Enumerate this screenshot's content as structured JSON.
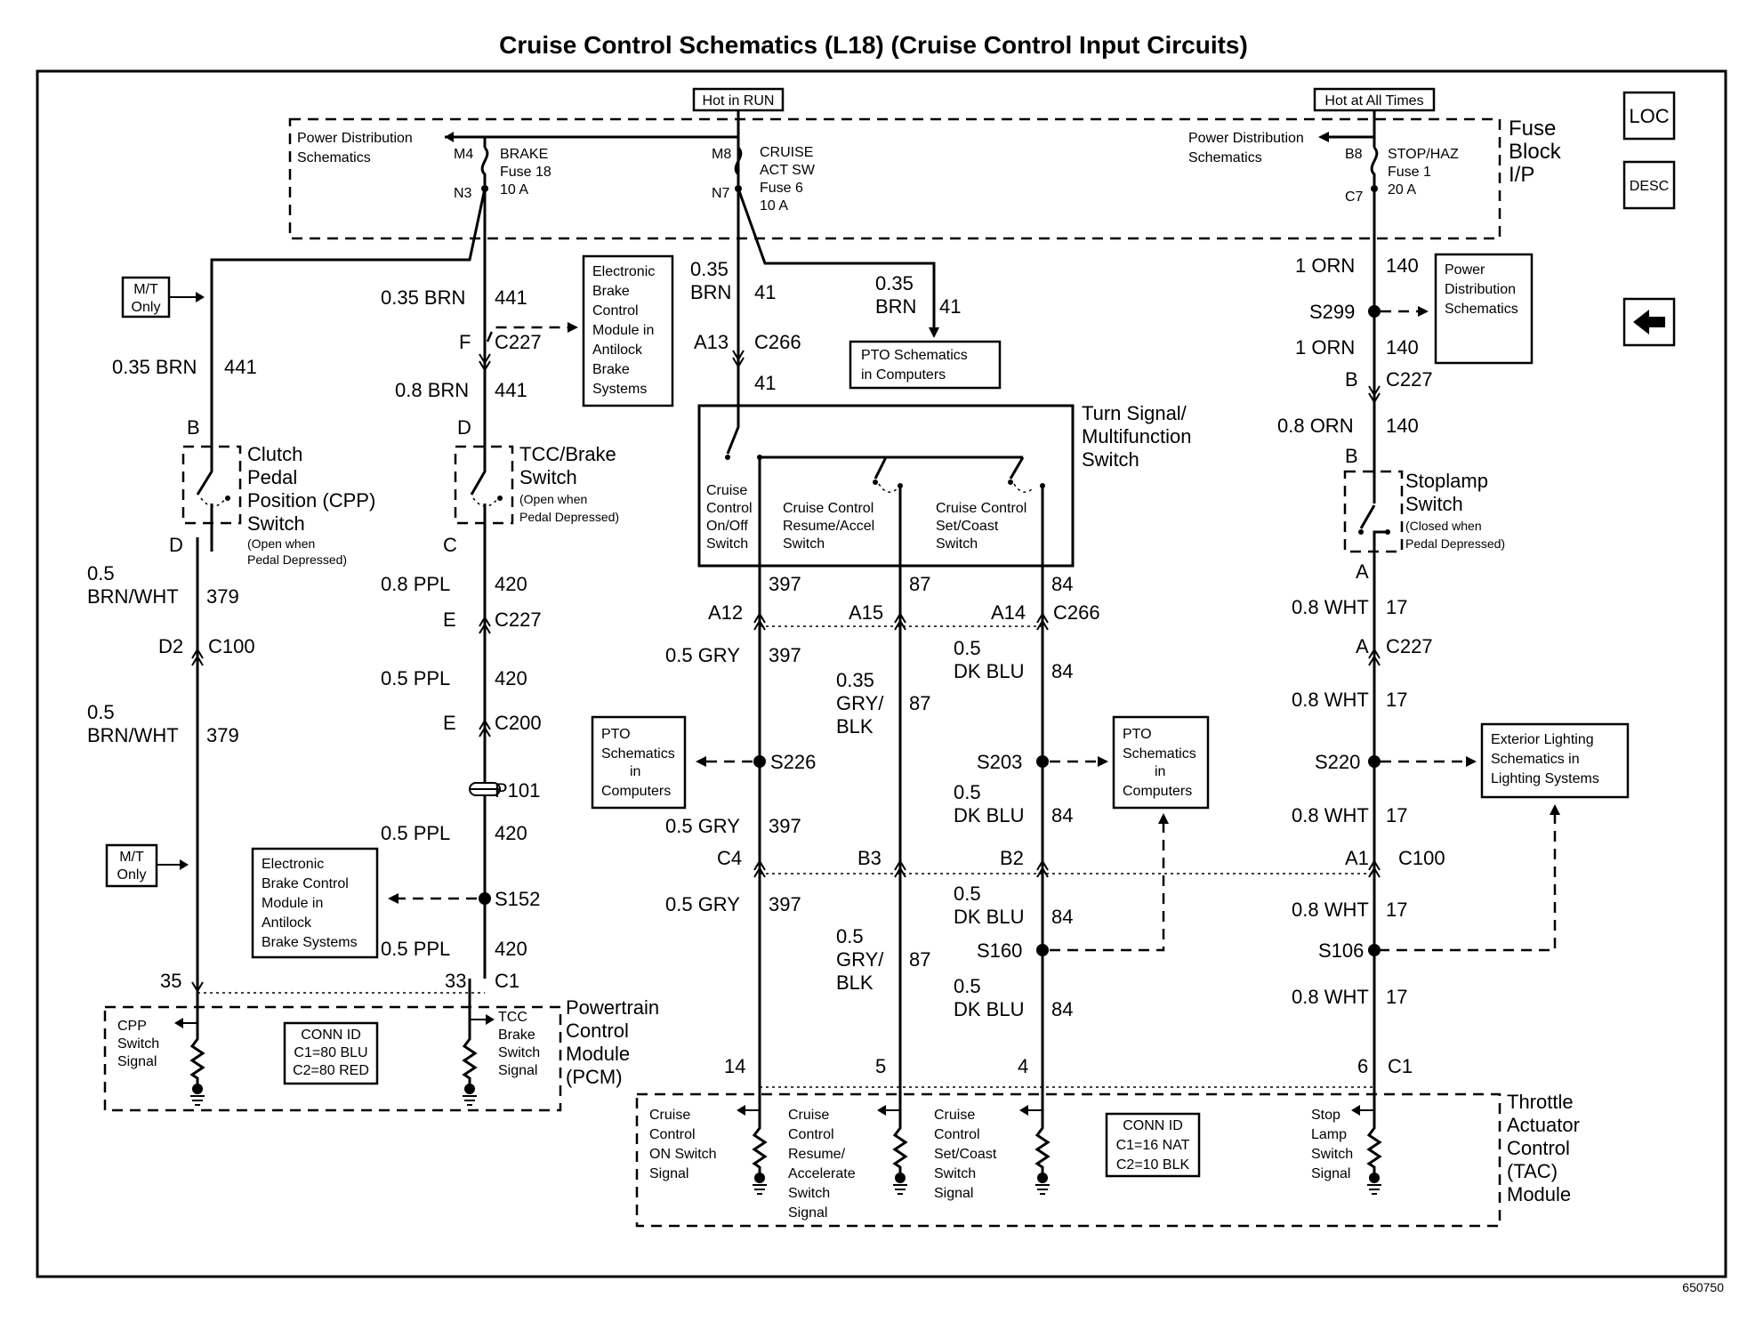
{
  "title": "Cruise Control Schematics (L18) (Cruise Control Input Circuits)",
  "figure_number": "650750",
  "nav": {
    "loc": "LOC",
    "desc": "DESC",
    "back_icon": "left-arrow-icon"
  },
  "top": {
    "hot_run": "Hot in RUN",
    "hot_all": "Hot at All Times",
    "fuse_block": [
      "Fuse",
      "Block",
      "I/P"
    ],
    "pds_left": [
      "Power Distribution",
      "Schematics"
    ],
    "pds_right": [
      "Power Distribution",
      "Schematics"
    ],
    "fuse18": {
      "pin_in": "M4",
      "pin_out": "N3",
      "lines": [
        "BRAKE",
        "Fuse 18",
        "10 A"
      ]
    },
    "fuse6": {
      "pin_in": "M8",
      "pin_out": "N7",
      "lines": [
        "CRUISE",
        "ACT SW",
        "Fuse 6",
        "10 A"
      ]
    },
    "fuse1": {
      "pin_in": "B8",
      "pin_out": "C7",
      "lines": [
        "STOP/HAZ",
        "Fuse 1",
        "20 A"
      ]
    }
  },
  "left": {
    "mt_only_1": [
      "M/T",
      "Only"
    ],
    "mt_only_2": [
      "M/T",
      "Only"
    ],
    "w1": {
      "gauge": "0.35 BRN",
      "circuit": "441"
    },
    "pin_b": "B",
    "cpp_switch": [
      "Clutch",
      "Pedal",
      "Position (CPP)",
      "Switch"
    ],
    "cpp_note": [
      "(Open when",
      "Pedal Depressed)"
    ],
    "pin_d": "D",
    "w2": {
      "gauge_a": "0.5",
      "gauge_b": "BRN/WHT",
      "circuit": "379"
    },
    "c100": {
      "pin": "D2",
      "conn": "C100"
    },
    "w3": {
      "gauge_a": "0.5",
      "gauge_b": "BRN/WHT",
      "circuit": "379"
    },
    "pcm_pin": "35"
  },
  "tcc": {
    "w1": {
      "gauge": "0.35 BRN",
      "circuit": "441"
    },
    "c227": {
      "pin": "F",
      "conn": "C227"
    },
    "ebcm": [
      "Electronic",
      "Brake",
      "Control",
      "Module in",
      "Antilock",
      "Brake",
      "Systems"
    ],
    "w2": {
      "gauge": "0.8 BRN",
      "circuit": "441"
    },
    "pin_d": "D",
    "switch": [
      "TCC/Brake",
      "Switch"
    ],
    "note": [
      "(Open when",
      "Pedal Depressed)"
    ],
    "pin_c": "C",
    "w3": {
      "gauge": "0.8 PPL",
      "circuit": "420"
    },
    "c227b": {
      "pin": "E",
      "conn": "C227"
    },
    "w4": {
      "gauge": "0.5 PPL",
      "circuit": "420"
    },
    "c200": {
      "pin": "E",
      "conn": "C200"
    },
    "p101": "P101",
    "w5": {
      "gauge": "0.5 PPL",
      "circuit": "420"
    },
    "ebcm2": [
      "Electronic",
      "Brake Control",
      "Module in",
      "Antilock",
      "Brake Systems"
    ],
    "s152": "S152",
    "w6": {
      "gauge": "0.5 PPL",
      "circuit": "420"
    },
    "pcm_pin": "33",
    "pcm_conn": "C1"
  },
  "pcm": {
    "cpp_signal": [
      "CPP",
      "Switch",
      "Signal"
    ],
    "tcc_signal": [
      "TCC",
      "Brake",
      "Switch",
      "Signal"
    ],
    "conn_id": [
      "CONN ID",
      "C1=80 BLU",
      "C2=80 RED"
    ],
    "name": [
      "Powertrain",
      "Control",
      "Module",
      "(PCM)"
    ]
  },
  "cruise": {
    "w1": {
      "gauge_a": "0.35",
      "gauge_b": "BRN",
      "circuit": "41"
    },
    "w1b": {
      "gauge_a": "0.35",
      "gauge_b": "BRN",
      "circuit": "41"
    },
    "pto_top": [
      "PTO Schematics",
      "in Computers"
    ],
    "c266": {
      "pin": "A13",
      "conn": "C266"
    },
    "w2_circuit": "41",
    "tsm_title": [
      "Turn Signal/",
      "Multifunction",
      "Switch"
    ],
    "sw_onoff": [
      "Cruise",
      "Control",
      "On/Off",
      "Switch"
    ],
    "sw_resume": [
      "Cruise Control",
      "Resume/Accel",
      "Switch"
    ],
    "sw_set": [
      "Cruise Control",
      "Set/Coast",
      "Switch"
    ],
    "c397": "397",
    "c87": "87",
    "c84": "84",
    "pin_a12": "A12",
    "pin_a15": "A15",
    "pin_a14": "A14",
    "conn_c266": "C266",
    "gry1": {
      "gauge": "0.5 GRY",
      "circuit": "397"
    },
    "grybk1": {
      "gauge_a": "0.35",
      "gauge_b": "GRY/",
      "gauge_c": "BLK",
      "circuit": "87"
    },
    "dkblu1": {
      "gauge_a": "0.5",
      "gauge_b": "DK BLU",
      "circuit": "84"
    },
    "pto_left": [
      "PTO",
      "Schematics",
      "in",
      "Computers"
    ],
    "s226": "S226",
    "s203": "S203",
    "pto_mid": [
      "PTO",
      "Schematics",
      "in",
      "Computers"
    ],
    "dkblu2": {
      "gauge_a": "0.5",
      "gauge_b": "DK BLU",
      "circuit": "84"
    },
    "gry2": {
      "gauge": "0.5 GRY",
      "circuit": "397"
    },
    "pin_c4": "C4",
    "pin_b3": "B3",
    "pin_b2": "B2",
    "gry3": {
      "gauge": "0.5 GRY",
      "circuit": "397"
    },
    "grybk2": {
      "gauge_a": "0.5",
      "gauge_b": "GRY/",
      "gauge_c": "BLK",
      "circuit": "87"
    },
    "dkblu3": {
      "gauge_a": "0.5",
      "gauge_b": "DK BLU",
      "circuit": "84"
    },
    "s160": "S160",
    "dkblu4": {
      "gauge_a": "0.5",
      "gauge_b": "DK BLU",
      "circuit": "84"
    },
    "pin_14": "14",
    "pin_5": "5",
    "pin_4": "4"
  },
  "stop": {
    "w1": {
      "gauge": "1 ORN",
      "circuit": "140"
    },
    "pds": [
      "Power",
      "Distribution",
      "Schematics"
    ],
    "s299": "S299",
    "w2": {
      "gauge": "1 ORN",
      "circuit": "140"
    },
    "c227": {
      "pin": "B",
      "conn": "C227"
    },
    "w3": {
      "gauge": "0.8 ORN",
      "circuit": "140"
    },
    "pin_b": "B",
    "switch": [
      "Stoplamp",
      "Switch"
    ],
    "note": [
      "(Closed when",
      "Pedal Depressed)"
    ],
    "pin_a": "A",
    "w4": {
      "gauge": "0.8 WHT",
      "circuit": "17"
    },
    "c227b": {
      "pin": "A",
      "conn": "C227"
    },
    "w5": {
      "gauge": "0.8 WHT",
      "circuit": "17"
    },
    "s220": "S220",
    "ext_lighting": [
      "Exterior Lighting",
      "Schematics in",
      "Lighting Systems"
    ],
    "w6": {
      "gauge": "0.8 WHT",
      "circuit": "17"
    },
    "c100": {
      "pin": "A1",
      "conn": "C100"
    },
    "w7": {
      "gauge": "0.8 WHT",
      "circuit": "17"
    },
    "s106": "S106",
    "w8": {
      "gauge": "0.8 WHT",
      "circuit": "17"
    },
    "pin_6": "6",
    "conn_c1": "C1"
  },
  "tac": {
    "sig_on": [
      "Cruise",
      "Control",
      "ON Switch",
      "Signal"
    ],
    "sig_resume": [
      "Cruise",
      "Control",
      "Resume/",
      "Accelerate",
      "Switch",
      "Signal"
    ],
    "sig_set": [
      "Cruise",
      "Control",
      "Set/Coast",
      "Switch",
      "Signal"
    ],
    "conn_id": [
      "CONN ID",
      "C1=16 NAT",
      "C2=10 BLK"
    ],
    "sig_stop": [
      "Stop",
      "Lamp",
      "Switch",
      "Signal"
    ],
    "name": [
      "Throttle",
      "Actuator",
      "Control",
      "(TAC)",
      "Module"
    ]
  }
}
